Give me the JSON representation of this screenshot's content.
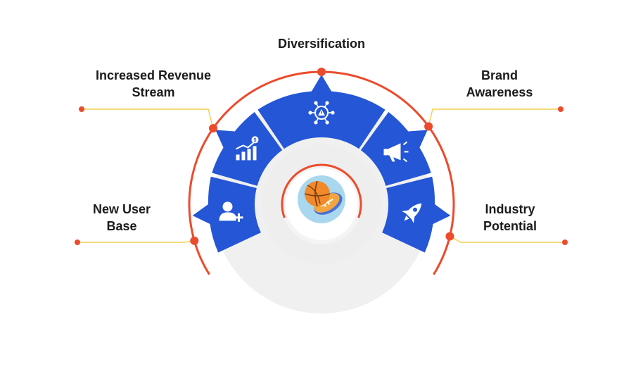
{
  "colors": {
    "accent": "#ec4b2c",
    "blue": "#2456d6",
    "leader_line": "#f2cf4e",
    "shadow_gray": "#eeeeee",
    "text": "#1b1b1b",
    "center_bg": "#a9d8ee"
  },
  "center": {
    "icon": "sports-balls-icon"
  },
  "segments": [
    {
      "id": "new-user-base",
      "icon": "add-user-icon",
      "lines": [
        "New User",
        "Base"
      ]
    },
    {
      "id": "increased-revenue-stream",
      "icon": "revenue-growth-chart-icon",
      "lines": [
        "Increased Revenue",
        "Stream"
      ]
    },
    {
      "id": "diversification",
      "icon": "network-warning-icon",
      "lines": [
        "Diversification"
      ]
    },
    {
      "id": "brand-awareness",
      "icon": "megaphone-icon",
      "lines": [
        "Brand",
        "Awareness"
      ]
    },
    {
      "id": "industry-potential",
      "icon": "rocket-icon",
      "lines": [
        "Industry",
        "Potential"
      ]
    }
  ]
}
